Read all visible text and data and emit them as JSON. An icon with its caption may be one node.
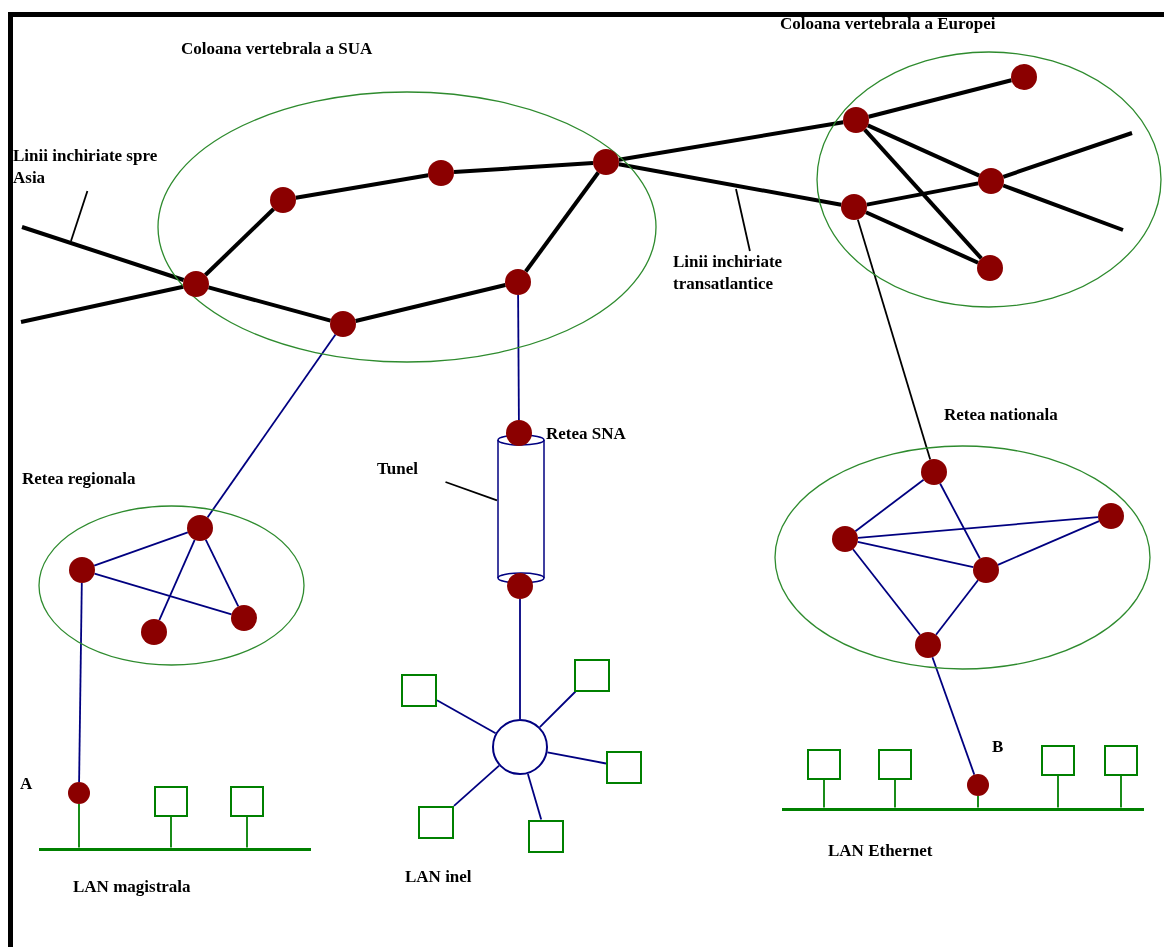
{
  "diagram": {
    "nodes": [
      {
        "text": [
          "Coloana vertebrala a SUA"
        ]
      },
      {
        "text": [],
        "shape": "circle",
        "in": 0
      },
      {
        "text": [],
        "shape": "circle",
        "in": 0
      },
      {
        "text": [],
        "shape": "circle",
        "in": 0
      },
      {
        "text": [],
        "shape": "circle",
        "in": 0
      },
      {
        "text": [],
        "shape": "circle",
        "in": 0
      },
      {
        "text": [],
        "shape": "circle",
        "in": 0
      },
      {
        "text": [
          "Coloana vertebrala a Europei"
        ]
      },
      {
        "text": [],
        "shape": "circle",
        "in": 7
      },
      {
        "text": [],
        "shape": "circle",
        "in": 7
      },
      {
        "text": [],
        "shape": "circle",
        "in": 7
      },
      {
        "text": [],
        "shape": "circle",
        "in": 7
      },
      {
        "text": [],
        "shape": "circle",
        "in": 7
      },
      {
        "text": [
          "Retea regionala"
        ]
      },
      {
        "text": [],
        "shape": "circle",
        "in": 13
      },
      {
        "text": [],
        "shape": "circle",
        "in": 13
      },
      {
        "text": [],
        "shape": "circle",
        "in": 13
      },
      {
        "text": [],
        "shape": "circle",
        "in": 13
      },
      {
        "text": [
          "Retea nationala"
        ]
      },
      {
        "text": [],
        "shape": "circle",
        "in": 18
      },
      {
        "text": [],
        "shape": "circle",
        "in": 18
      },
      {
        "text": [],
        "shape": "circle",
        "in": 18
      },
      {
        "text": [],
        "shape": "circle",
        "in": 18
      },
      {
        "text": [],
        "shape": "circle",
        "in": 18
      },
      {
        "text": [],
        "shape": "circle"
      },
      {
        "text": [],
        "shape": "cylinder"
      },
      {
        "text": [],
        "shape": "circle"
      },
      {
        "text": [],
        "shape": "circle"
      },
      {
        "text": [],
        "shape": "box"
      },
      {
        "text": [],
        "shape": "box"
      },
      {
        "text": [],
        "shape": "box"
      },
      {
        "text": [],
        "shape": "box"
      },
      {
        "text": [],
        "shape": "box"
      },
      {
        "text": [
          "Tunel"
        ]
      },
      {
        "text": [
          "Linii inchiriate spre Asia"
        ]
      },
      {
        "text": [
          "Linii inchiriate transatlantice"
        ]
      },
      {
        "text": [],
        "shape": "circle",
        "beside": [
          "A"
        ]
      },
      {
        "text": [],
        "shape": "bar",
        "beside": [
          "LAN magistrala"
        ]
      },
      {
        "text": [],
        "shape": "box"
      },
      {
        "text": [],
        "shape": "box"
      },
      {
        "text": [],
        "shape": "bar",
        "beside": [
          "LAN Ethernet"
        ]
      },
      {
        "text": [],
        "shape": "box"
      },
      {
        "text": [],
        "shape": "box"
      },
      {
        "text": [],
        "shape": "circle",
        "beside": [
          "B"
        ]
      },
      {
        "text": [],
        "shape": "box"
      },
      {
        "text": [],
        "shape": "box"
      }
    ],
    "edges": [
      {
        "from": null,
        "to": 1,
        "arrow": "none",
        "style": "thick",
        "color": "#000000"
      },
      {
        "from": null,
        "to": 1,
        "arrow": "none",
        "style": "thick",
        "color": "#000000"
      },
      {
        "from": 1,
        "to": 2,
        "arrow": "none",
        "style": "thick",
        "color": "#000000"
      },
      {
        "from": 2,
        "to": 3,
        "arrow": "none",
        "style": "thick",
        "color": "#000000"
      },
      {
        "from": 3,
        "to": 4,
        "arrow": "none",
        "style": "thick",
        "color": "#000000"
      },
      {
        "from": 4,
        "to": 5,
        "arrow": "none",
        "style": "thick",
        "color": "#000000"
      },
      {
        "from": 5,
        "to": 6,
        "arrow": "none",
        "style": "thick",
        "color": "#000000"
      },
      {
        "from": 6,
        "to": 1,
        "arrow": "none",
        "style": "thick",
        "color": "#000000"
      },
      {
        "from": 4,
        "to": 9,
        "arrow": "none",
        "style": "thick",
        "color": "#000000"
      },
      {
        "from": 4,
        "to": 11,
        "arrow": "none",
        "style": "thick",
        "color": "#000000"
      },
      {
        "from": 9,
        "to": 8,
        "arrow": "none",
        "style": "thick",
        "color": "#000000"
      },
      {
        "from": 9,
        "to": 10,
        "arrow": "none",
        "style": "thick",
        "color": "#000000"
      },
      {
        "from": 9,
        "to": 12,
        "arrow": "none",
        "style": "thick",
        "color": "#000000"
      },
      {
        "from": 11,
        "to": 10,
        "arrow": "none",
        "style": "thick",
        "color": "#000000"
      },
      {
        "from": 11,
        "to": 12,
        "arrow": "none",
        "style": "thick",
        "color": "#000000"
      },
      {
        "from": 10,
        "to": null,
        "arrow": "none",
        "style": "thick",
        "color": "#000000"
      },
      {
        "from": 10,
        "to": null,
        "arrow": "none",
        "style": "thick",
        "color": "#000000"
      },
      {
        "from": 11,
        "to": 19,
        "arrow": "none",
        "color": "#000000"
      },
      {
        "from": 6,
        "to": 14,
        "arrow": "none",
        "color": "#000080"
      },
      {
        "from": 5,
        "to": 24,
        "arrow": "none",
        "color": "#000080"
      },
      {
        "from": 14,
        "to": 15,
        "arrow": "none",
        "color": "#000080"
      },
      {
        "from": 14,
        "to": 16,
        "arrow": "none",
        "color": "#000080"
      },
      {
        "from": 14,
        "to": 17,
        "arrow": "none",
        "color": "#000080"
      },
      {
        "from": 15,
        "to": 17,
        "arrow": "none",
        "color": "#000080"
      },
      {
        "from": 15,
        "to": 36,
        "arrow": "none",
        "color": "#000080"
      },
      {
        "from": 19,
        "to": 21,
        "arrow": "none",
        "color": "#000080"
      },
      {
        "from": 19,
        "to": 22,
        "arrow": "none",
        "color": "#000080"
      },
      {
        "from": 21,
        "to": 20,
        "arrow": "none",
        "color": "#000080"
      },
      {
        "from": 21,
        "to": 22,
        "arrow": "none",
        "color": "#000080"
      },
      {
        "from": 22,
        "to": 20,
        "arrow": "none",
        "color": "#000080"
      },
      {
        "from": 21,
        "to": 23,
        "arrow": "none",
        "color": "#000080"
      },
      {
        "from": 22,
        "to": 23,
        "arrow": "none",
        "color": "#000080"
      },
      {
        "from": 23,
        "to": 43,
        "arrow": "none",
        "color": "#000080"
      },
      {
        "from": 26,
        "to": 27,
        "arrow": "none",
        "color": "#000080"
      },
      {
        "from": 27,
        "to": 28,
        "arrow": "none",
        "color": "#000080"
      },
      {
        "from": 27,
        "to": 29,
        "arrow": "none",
        "color": "#000080"
      },
      {
        "from": 27,
        "to": 30,
        "arrow": "none",
        "color": "#000080"
      },
      {
        "from": 27,
        "to": 31,
        "arrow": "none",
        "color": "#000080"
      },
      {
        "from": 27,
        "to": 32,
        "arrow": "none",
        "color": "#000080"
      },
      {
        "from": 36,
        "to": 37,
        "arrow": "none",
        "color": "#008000"
      },
      {
        "from": 38,
        "to": 37,
        "arrow": "none",
        "color": "#008000"
      },
      {
        "from": 39,
        "to": 37,
        "arrow": "none",
        "color": "#008000"
      },
      {
        "from": 41,
        "to": 40,
        "arrow": "none",
        "color": "#008000"
      },
      {
        "from": 42,
        "to": 40,
        "arrow": "none",
        "color": "#008000"
      },
      {
        "from": 43,
        "to": 40,
        "arrow": "none",
        "color": "#008000"
      },
      {
        "from": 44,
        "to": 40,
        "arrow": "none",
        "color": "#008000"
      },
      {
        "from": 45,
        "to": 40,
        "arrow": "none",
        "color": "#008000"
      },
      {
        "from": 34,
        "to": null,
        "arrow": "none",
        "color": "#000000"
      },
      {
        "from": 35,
        "to": null,
        "arrow": "none",
        "color": "#000000"
      },
      {
        "from": 33,
        "to": 25,
        "arrow": "none",
        "color": "#000000"
      }
    ],
    "labels": [
      "Retea SNA",
      "LAN inel"
    ]
  }
}
